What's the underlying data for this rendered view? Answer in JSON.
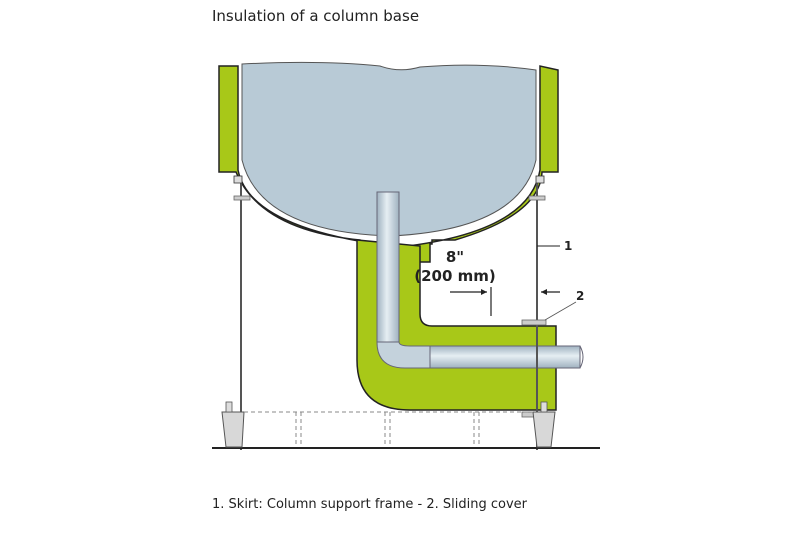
{
  "title": "Insulation of a column base",
  "caption": "1. Skirt: Column support frame - 2. Sliding cover",
  "diagram": {
    "dimension_line1": "8\"",
    "dimension_line2": "(200 mm)",
    "callouts": [
      {
        "id": "1",
        "label": "1",
        "meaning": "Skirt: Column support frame"
      },
      {
        "id": "2",
        "label": "2",
        "meaning": "Sliding cover"
      }
    ],
    "colors": {
      "insulation": "#a8c818",
      "vessel": "#b8cad6",
      "pipe": "#c4d2dc",
      "outline": "#222222",
      "foundation": "#d8d8d8"
    }
  }
}
